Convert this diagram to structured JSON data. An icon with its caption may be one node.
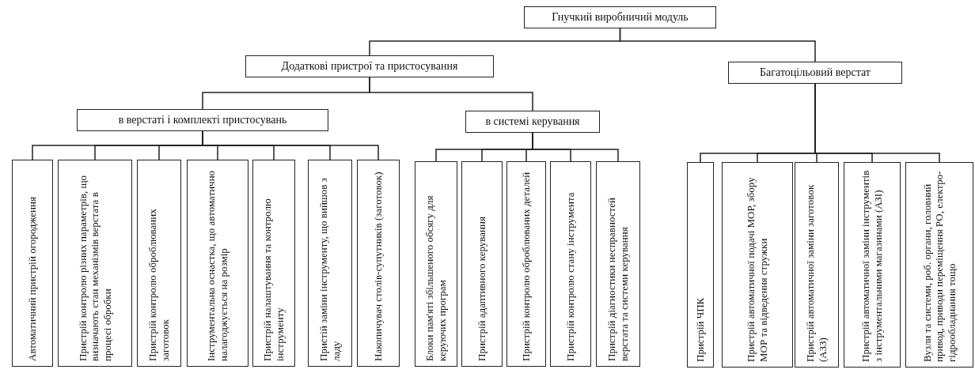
{
  "diagram": {
    "nodes": [
      {
        "text": [
          "Гнучкий виробничий модуль"
        ]
      },
      {
        "text": [
          "Додаткові пристрої та пристосування"
        ]
      },
      {
        "text": [
          "Багатоцільовий верстат"
        ]
      },
      {
        "text": [
          "в верстаті і комплекті пристосувань"
        ]
      },
      {
        "text": [
          "в системі керування"
        ]
      },
      {
        "text": [
          "Автоматичний пристрій огородження"
        ]
      },
      {
        "text": [
          "Пристрій контролю різних параметрів, що визначають стан механізмів верстата в процесі обробки"
        ]
      },
      {
        "text": [
          "Пристрій контролю оброблюваних заготовок"
        ]
      },
      {
        "text": [
          "Інструментальна оснастка, що автоматично налагоджується на розмір"
        ]
      },
      {
        "text": [
          "Пристрій налаштування та контролю інструменту"
        ]
      },
      {
        "text": [
          "Пристій заміни інструменту, що вийшов з ладу"
        ]
      },
      {
        "text": [
          "Накопичувач столів-супутників (заготовок)"
        ]
      },
      {
        "text": [
          "Блоки пам'яті збільшеного обсягу для керуючих програм"
        ]
      },
      {
        "text": [
          "Пристрій адаптивного керування"
        ]
      },
      {
        "text": [
          "Пристрій контролю оброблюваних деталей"
        ]
      },
      {
        "text": [
          "Пристрій контролю стану інструмента"
        ]
      },
      {
        "text": [
          "Пристрій діагностики несправностей верстата та системи керування"
        ]
      },
      {
        "text": [
          "Пристрій ЧПК"
        ]
      },
      {
        "text": [
          "Пристрій автоматичної подачі МОР, збору МОР та відведення стружки"
        ]
      },
      {
        "text": [
          "Пристрій автоматичної заміни заготовок (АЗЗ)"
        ]
      },
      {
        "text": [
          "Пристрій автоматичної заміни інструментів з інструментальними магазинами (АЗІ)"
        ]
      },
      {
        "text": [
          "Вузли та системи, роб. органи, головний привод, приводи переміщення РО, електро-гідрообладнання тощо"
        ]
      }
    ],
    "edges": [
      {
        "from": 0,
        "to": 1,
        "arrow": "none"
      },
      {
        "from": 0,
        "to": 2,
        "arrow": "none"
      },
      {
        "from": 1,
        "to": 3,
        "arrow": "none"
      },
      {
        "from": 1,
        "to": 4,
        "arrow": "none"
      },
      {
        "from": 3,
        "to": 5,
        "arrow": "none"
      },
      {
        "from": 3,
        "to": 6,
        "arrow": "none"
      },
      {
        "from": 3,
        "to": 7,
        "arrow": "none"
      },
      {
        "from": 3,
        "to": 8,
        "arrow": "none"
      },
      {
        "from": 3,
        "to": 9,
        "arrow": "none"
      },
      {
        "from": 3,
        "to": 10,
        "arrow": "none"
      },
      {
        "from": 3,
        "to": 11,
        "arrow": "none"
      },
      {
        "from": 4,
        "to": 12,
        "arrow": "none"
      },
      {
        "from": 4,
        "to": 13,
        "arrow": "none"
      },
      {
        "from": 4,
        "to": 14,
        "arrow": "none"
      },
      {
        "from": 4,
        "to": 15,
        "arrow": "none"
      },
      {
        "from": 4,
        "to": 16,
        "arrow": "none"
      },
      {
        "from": 2,
        "to": 17,
        "arrow": "none"
      },
      {
        "from": 2,
        "to": 18,
        "arrow": "none"
      },
      {
        "from": 2,
        "to": 19,
        "arrow": "none"
      },
      {
        "from": 2,
        "to": 20,
        "arrow": "none"
      },
      {
        "from": 2,
        "to": 21,
        "arrow": "none"
      }
    ]
  }
}
